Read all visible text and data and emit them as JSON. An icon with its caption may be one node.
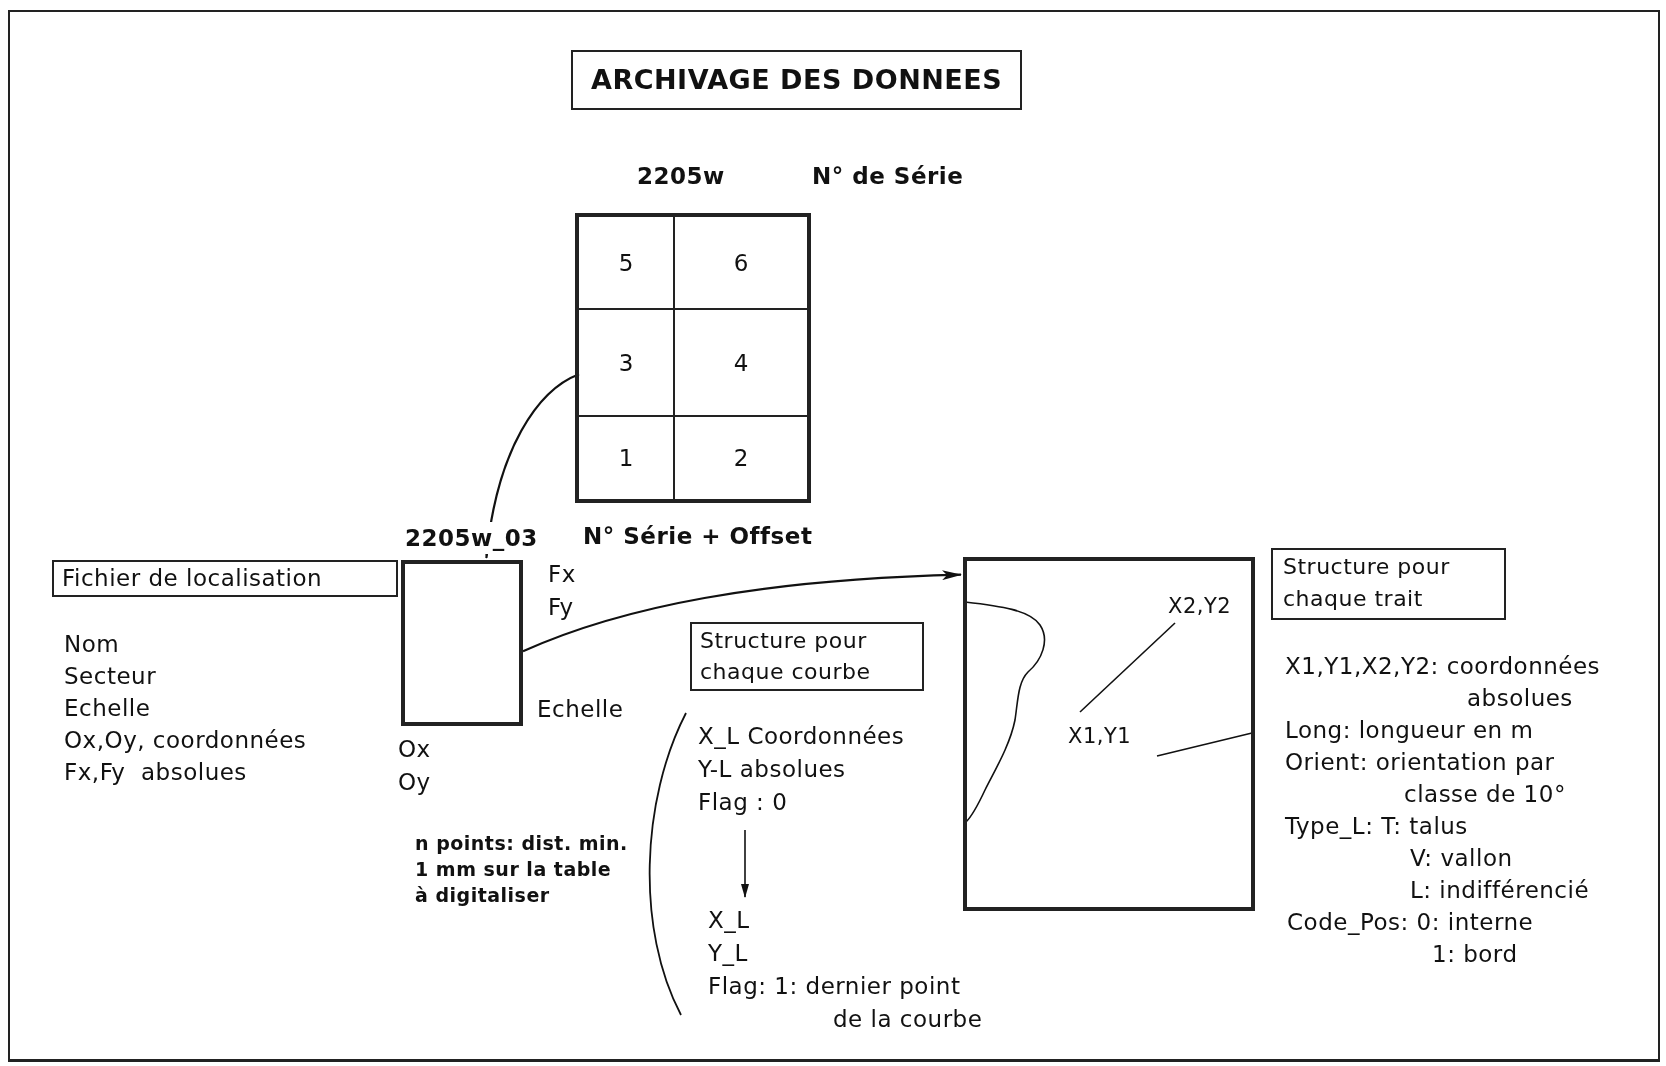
{
  "diagram": {
    "title": "ARCHIVAGE DES DONNEES",
    "nodes": [
      {
        "text": [],
        "shape": "box",
        "beside": [
          "2205w",
          "N° de Série"
        ]
      },
      {
        "text": [
          "5"
        ],
        "in": 0
      },
      {
        "text": [
          "6"
        ],
        "in": 0
      },
      {
        "text": [
          "3"
        ],
        "in": 0
      },
      {
        "text": [
          "4"
        ],
        "in": 0
      },
      {
        "text": [
          "1"
        ],
        "in": 0
      },
      {
        "text": [
          "2"
        ],
        "in": 0
      },
      {
        "text": [],
        "shape": "box",
        "beside": [
          "2205w_03",
          "N° Série + Offset",
          "Fx",
          "Fy",
          "Echelle",
          "Ox",
          "Oy"
        ]
      },
      {
        "text": [
          "Fichier de localisation"
        ]
      },
      {
        "text": [
          "Structure pour chaque courbe"
        ]
      },
      {
        "text": [],
        "shape": "box"
      },
      {
        "text": [
          "Structure pour chaque trait"
        ]
      },
      {
        "text": [
          "X_L Coordonnées Y-L absolues Flag : 0"
        ]
      },
      {
        "text": [
          "X_L Y_L Flag: 1: dernier point de la courbe"
        ]
      }
    ],
    "edges": [
      {
        "from": 3,
        "to": 7,
        "arrow": "to"
      },
      {
        "from": 7,
        "to": 10,
        "arrow": "to"
      },
      {
        "from": 12,
        "to": 13,
        "arrow": "to"
      }
    ],
    "labels": [
      "Nom",
      "Secteur",
      "Echelle",
      "Ox,Oy, coordonnées",
      "Fx,Fy  absolues",
      "n points: dist. min. 1 mm sur la table à digitaliser",
      "X2,Y2",
      "X1,Y1",
      "X1,Y1,X2,Y2: coordonnées absolues",
      "Long: longueur en m",
      "Orient: orientation par classe de 10°",
      "Type_L: T: talus",
      "V: vallon",
      "L: indifférencié",
      "Code_Pos: 0: interne",
      "1: bord"
    ]
  }
}
